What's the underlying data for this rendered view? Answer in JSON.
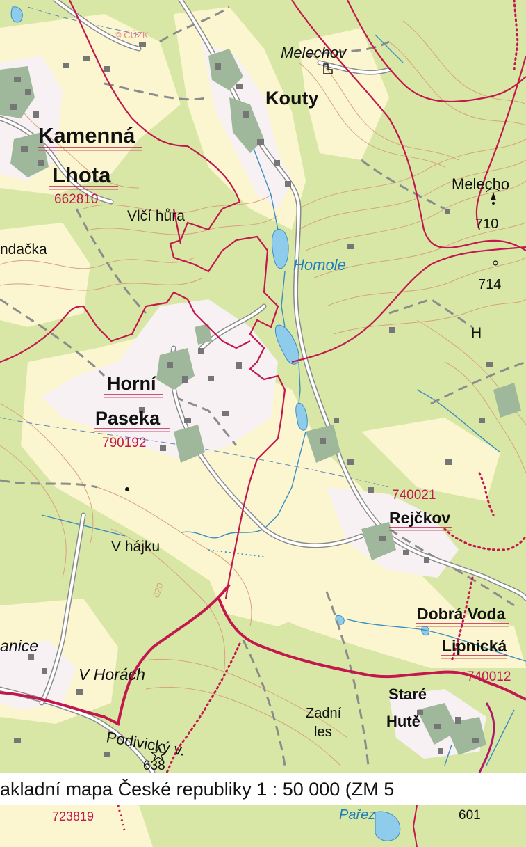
{
  "caption": "akladní mapa České republiky 1 : 50 000 (ZM 5",
  "copyright": "© ČÚZK",
  "colors": {
    "forest": "#d9e7a6",
    "open_land": "#fbf6cf",
    "settlement": "#f7f1f4",
    "building": "#767676",
    "built_area": "#9fb79a",
    "water": "#8fcbea",
    "stream": "#3b8ec2",
    "contour": "#d7a27e",
    "border_red": "#c2184d",
    "road_casing": "#8a8a8a",
    "road_fill": "#ffffff",
    "path_dark": "#8c8c8c",
    "label_text": "#111111",
    "code_text": "#c2184d",
    "water_text": "#1f7fb7",
    "caption_rule": "#5b86c4"
  },
  "labels": {
    "melechov_top": "Melechov",
    "kouty": "Kouty",
    "kamenna_1": "Kamenná",
    "kamenna_2": "Lhota",
    "code_kamenna": "662810",
    "vlci_hura": "Vlčí hůra",
    "melecho_right": "Melecho",
    "elev_710": "710",
    "ndacka": "ndačka",
    "homole": "Homole",
    "elev_714": "714",
    "h_letter": "H",
    "horni_1": "Horní",
    "horni_2": "Paseka",
    "code_paseka": "790192",
    "code_rejckov": "740021",
    "rejckov": "Rejčkov",
    "v_hajku": "V hájku",
    "contour_620": "620",
    "dobra_1": "Dobrá Voda",
    "dobra_2": "Lipnická",
    "anice": "anice",
    "v_horach": "V Horách",
    "code_740012": "740012",
    "stare_1": "Staré",
    "stare_2": "Hutě",
    "zadni_1": "Zadní",
    "zadni_2": "les",
    "podivicky": "Podivický v.",
    "elev_638": "638"
  },
  "labels_bottom": {
    "code_723819": "723819",
    "parez": "Pařez",
    "elev_601": "601"
  },
  "icons": {
    "castle": "ruin-symbol-icon",
    "tower": "transmitter-tower-icon",
    "summit": "summit-point-icon",
    "star": "star-point-icon"
  }
}
